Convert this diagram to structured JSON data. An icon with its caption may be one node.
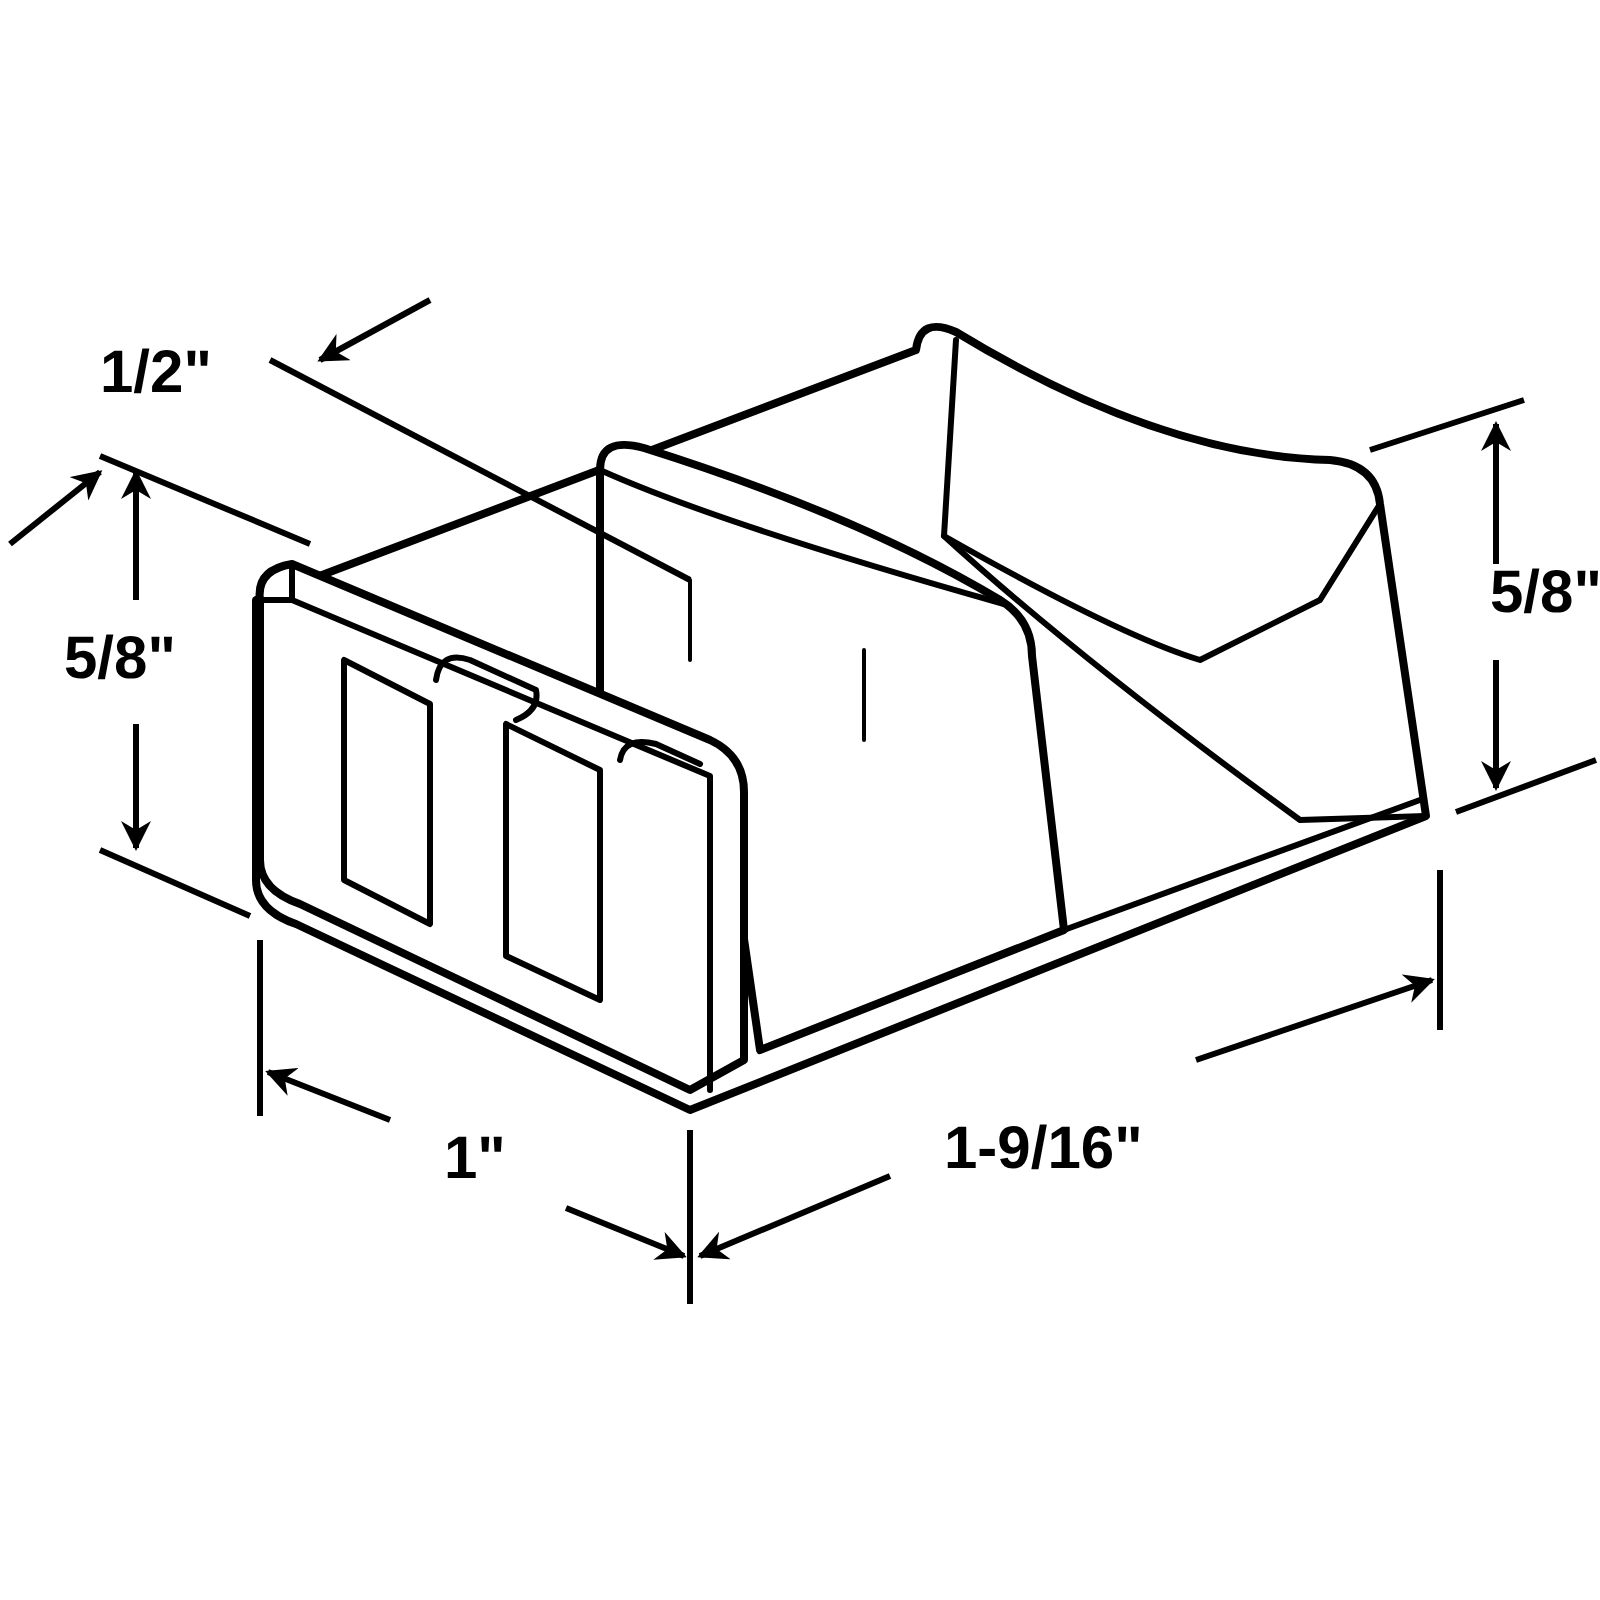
{
  "diagram": {
    "labels": [
      "1/2\"",
      "5/8\"",
      "5/8\"",
      "1\"",
      "1-9/16\""
    ]
  }
}
